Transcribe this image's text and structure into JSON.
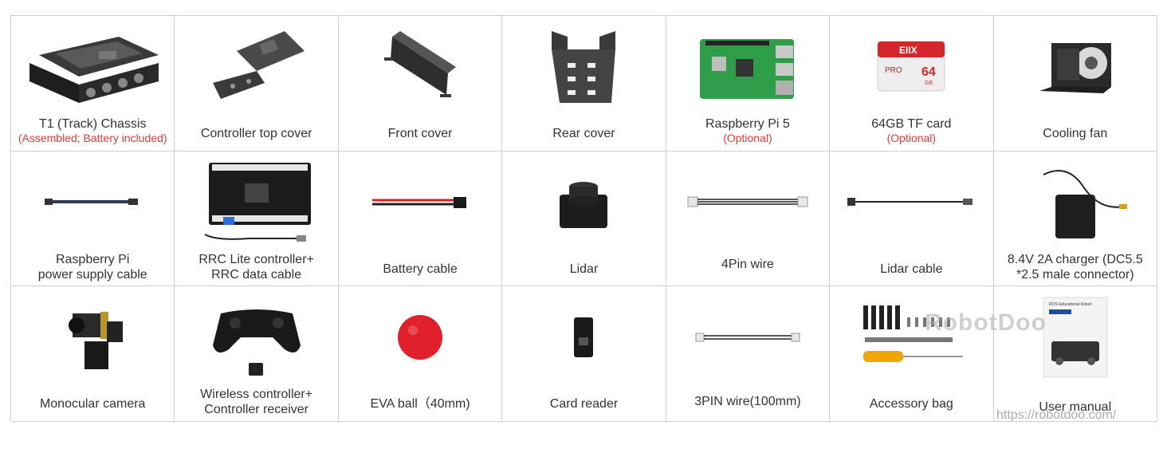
{
  "items": [
    {
      "label": "T1 (Track) Chassis",
      "note": "(Assembled; Battery included)"
    },
    {
      "label": "Controller top cover"
    },
    {
      "label": "Front cover"
    },
    {
      "label": "Rear cover"
    },
    {
      "label": "Raspberry Pi 5",
      "note": "(Optional)"
    },
    {
      "label": "64GB TF card",
      "note": "(Optional)"
    },
    {
      "label": "Cooling fan"
    },
    {
      "label": "Raspberry Pi",
      "label2": "power supply cable"
    },
    {
      "label": "RRC Lite controller+",
      "label2": "RRC data cable"
    },
    {
      "label": "Battery cable"
    },
    {
      "label": "Lidar"
    },
    {
      "label": "4Pin  wire"
    },
    {
      "label": "Lidar cable"
    },
    {
      "label": "8.4V 2A charger (DC5.5",
      "label2": "*2.5 male connector)"
    },
    {
      "label": "Monocular camera"
    },
    {
      "label": "Wireless controller+",
      "label2": "Controller receiver"
    },
    {
      "label": "EVA ball（40mm)"
    },
    {
      "label": "Card reader"
    },
    {
      "label": "3PIN wire(100mm)"
    },
    {
      "label": "Accessory bag"
    },
    {
      "label": "User manual"
    }
  ],
  "sd_card": {
    "brand": "EIIX",
    "size": "64",
    "unit": "GB",
    "series": "PRO"
  },
  "manual": {
    "title": "ROS Educational Robot"
  },
  "watermark": {
    "text": "RobotDoo",
    "url": "https://robotdoo.com/"
  },
  "colors": {
    "note": "#e03a3a",
    "border": "#cfcfcf",
    "text": "#333333"
  }
}
